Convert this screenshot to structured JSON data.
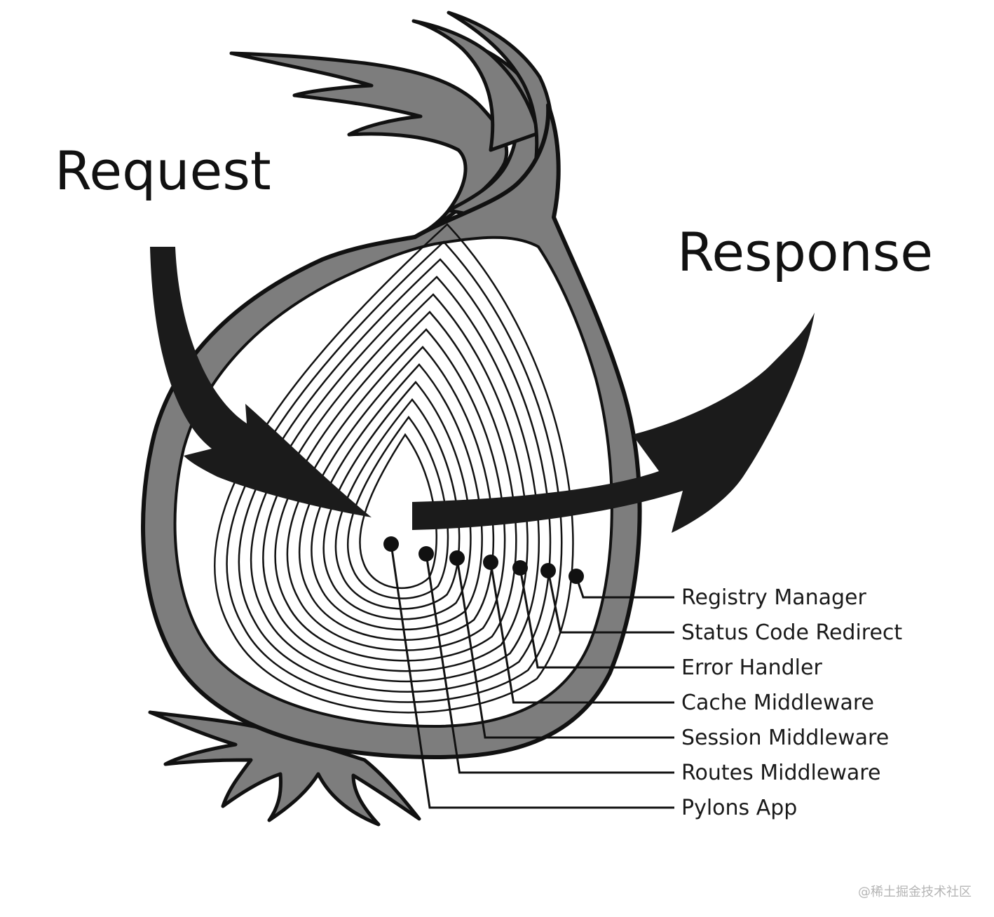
{
  "diagram": {
    "request_label": "Request",
    "response_label": "Response",
    "layers": [
      "Registry Manager",
      "Status Code Redirect",
      "Error Handler",
      "Cache Middleware",
      "Session Middleware",
      "Routes Middleware",
      "Pylons App"
    ],
    "colors": {
      "skin": "#7d7d7d",
      "outline": "#111111",
      "arrow": "#1b1b1b",
      "ring_line": "#111111"
    }
  },
  "watermark": "@稀土掘金技术社区"
}
